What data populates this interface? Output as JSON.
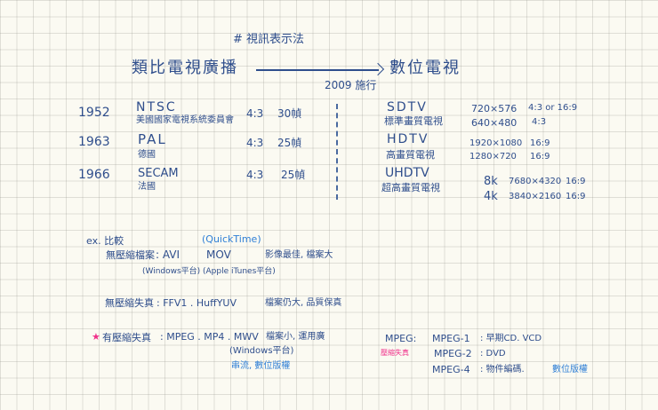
{
  "colors": {
    "paper": "#fbfaf2",
    "ink": "#2f4e8c",
    "ink_light_blue": "#2f7fd6",
    "highlight_pink": "#f0308a"
  },
  "header": {
    "heading": "# 視訊表示法",
    "analog": "類比電視廣播",
    "digital": "數位電視",
    "transition_note": "2009 施行"
  },
  "analog_standards": [
    {
      "year": "1952",
      "name": "NTSC",
      "origin": "美國國家電視系統委員會",
      "aspect": "4:3",
      "fps": "30幀"
    },
    {
      "year": "1963",
      "name": "PAL",
      "origin": "德國",
      "aspect": "4:3",
      "fps": "25幀"
    },
    {
      "year": "1966",
      "name": "SECAM",
      "origin": "法國",
      "aspect": "4:3",
      "fps": "25幀"
    }
  ],
  "digital_standards": [
    {
      "name": "SDTV",
      "desc": "標準畫質電視",
      "res1": "720×576",
      "ratio1": "4:3 or 16:9",
      "res2": "640×480",
      "ratio2": "4:3"
    },
    {
      "name": "HDTV",
      "desc": "高畫質電視",
      "res1": "1920×1080",
      "ratio1": "16:9",
      "res2": "1280×720",
      "ratio2": "16:9"
    },
    {
      "name": "UHDTV",
      "desc": "超高畫質電視",
      "label1": "8k",
      "res1": "7680×4320",
      "ratio1": "16:9",
      "label2": "4k",
      "res2": "3840×2160",
      "ratio2": "16:9"
    }
  ],
  "comparison": {
    "title": "ex. 比較",
    "lossless": {
      "label": "無壓縮檔案",
      "formats": ": AVI",
      "mov": "MOV",
      "quicktime": "(QuickTime)",
      "windows": "(Windows平台)",
      "apple": "(Apple iTunes平台)",
      "note": "影像最佳, 檔案大"
    },
    "lossless_compressed": {
      "label": "無壓縮失真",
      "formats": ": FFV1 . HuffYUV",
      "note": "檔案仍大, 品質保真"
    },
    "lossy": {
      "marker": "★",
      "label": "有壓縮失真",
      "formats": ": MPEG . MP4 . MWV",
      "note": "檔案小, 運用廣",
      "platform": "(Windows平台)",
      "usage": "串流, 數位版權"
    },
    "mpeg": {
      "title": "MPEG:",
      "tag": "壓縮失真",
      "items": [
        {
          "name": "MPEG-1",
          "use": ": 早期CD. VCD"
        },
        {
          "name": "MPEG-2",
          "use": ": DVD"
        },
        {
          "name": "MPEG-4",
          "use": ": 物件編碼.",
          "extra": "數位版權"
        }
      ]
    }
  }
}
